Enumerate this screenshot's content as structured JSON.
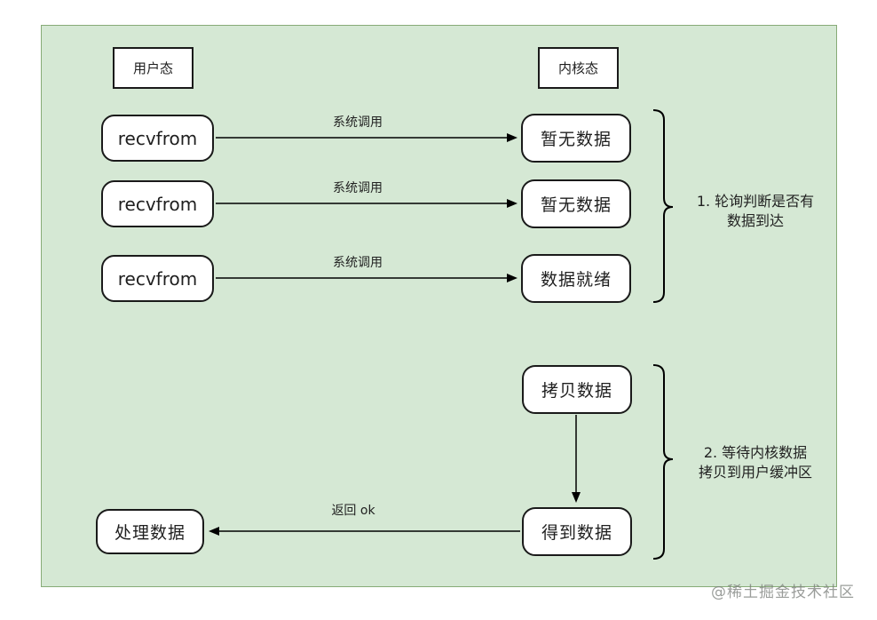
{
  "diagram": {
    "lanes": {
      "user_mode": "用户态",
      "kernel_mode": "内核态"
    },
    "nodes": {
      "recvfrom1": "recvfrom",
      "recvfrom2": "recvfrom",
      "recvfrom3": "recvfrom",
      "no_data1": "暂无数据",
      "no_data2": "暂无数据",
      "data_ready": "数据就绪",
      "copy_data": "拷贝数据",
      "got_data": "得到数据",
      "process_data": "处理数据"
    },
    "edges": {
      "syscall1": "系统调用",
      "syscall2": "系统调用",
      "syscall3": "系统调用",
      "return_ok": "返回 ok"
    },
    "annotations": {
      "phase1": "1. 轮询判断是否有\n数据到达",
      "phase2": "2. 等待内核数据\n拷贝到用户缓冲区"
    },
    "watermark": "@稀土掘金技术社区",
    "colors": {
      "canvas_fill": "#d5e8d4",
      "canvas_border": "#87ab77",
      "node_fill": "#ffffff",
      "node_border": "#1a1a1a",
      "arrow": "#000000"
    }
  }
}
